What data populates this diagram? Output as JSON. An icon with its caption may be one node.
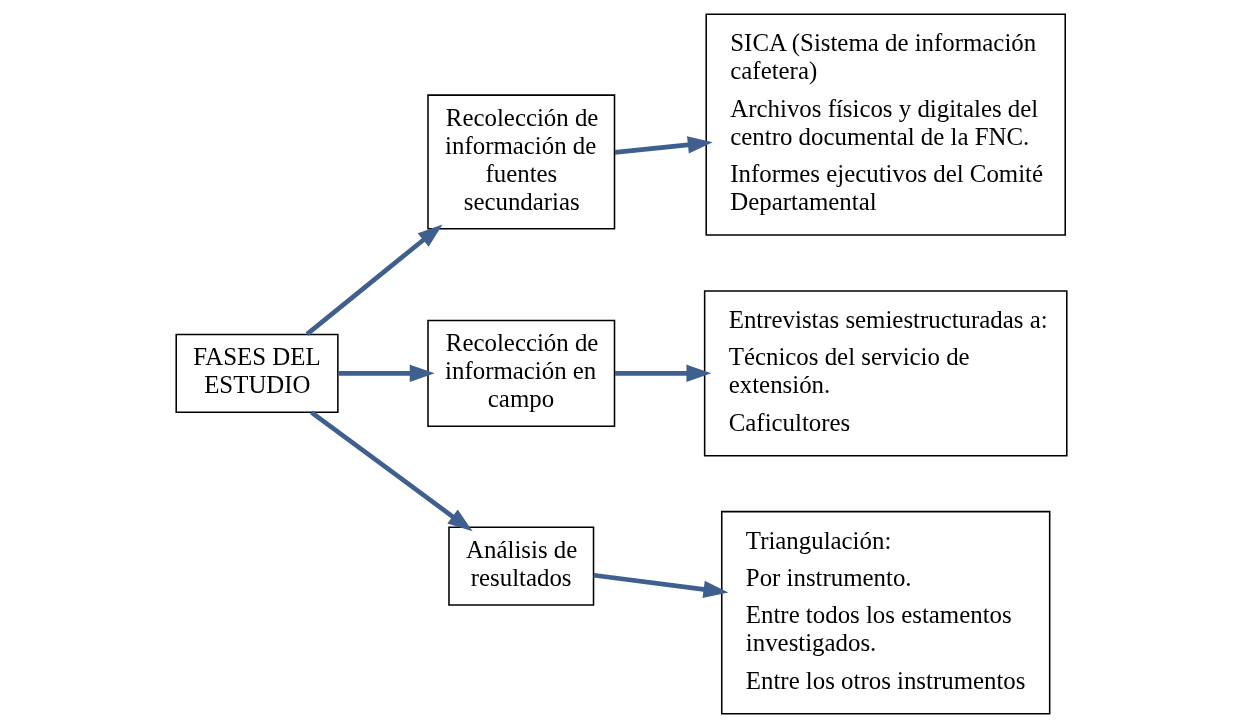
{
  "diagram": {
    "nodes": [
      {
        "text": [
          "FASES DEL ESTUDIO"
        ]
      },
      {
        "text": [
          "Recolección de información de fuentes secundarias"
        ]
      },
      {
        "text": [
          "SICA (Sistema de información cafetera)",
          "Archivos físicos y digitales del centro documental de la FNC.",
          "Informes ejecutivos del Comité Departamental"
        ]
      },
      {
        "text": [
          "Recolección de información en campo"
        ]
      },
      {
        "text": [
          "Entrevistas semiestructuradas a:",
          "Técnicos del servicio de extensión.",
          "Caficultores"
        ]
      },
      {
        "text": [
          "Análisis de resultados"
        ]
      },
      {
        "text": [
          "Triangulación:",
          "Por instrumento.",
          "Entre todos los estamentos investigados.",
          "Entre los otros instrumentos"
        ]
      }
    ],
    "edges": [
      {
        "from": 0,
        "to": 1,
        "arrow": "to"
      },
      {
        "from": 0,
        "to": 3,
        "arrow": "to"
      },
      {
        "from": 0,
        "to": 5,
        "arrow": "to"
      },
      {
        "from": 1,
        "to": 2,
        "arrow": "to"
      },
      {
        "from": 3,
        "to": 4,
        "arrow": "to"
      },
      {
        "from": 5,
        "to": 6,
        "arrow": "to"
      }
    ]
  }
}
